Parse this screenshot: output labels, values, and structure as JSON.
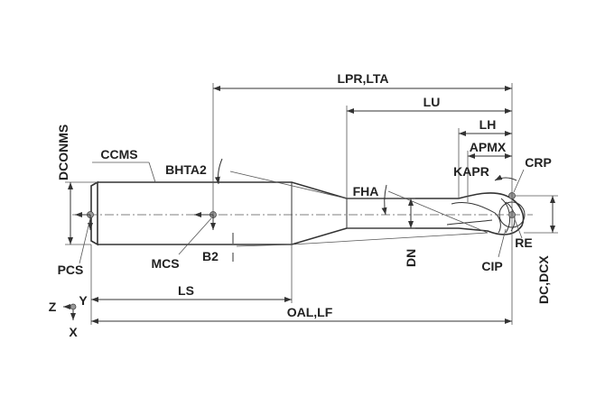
{
  "labels": {
    "lpr_lta": "LPR,LTA",
    "lu": "LU",
    "lh": "LH",
    "apmx": "APMX",
    "kapr": "KAPR",
    "crp": "CRP",
    "dconms": "DCONMS",
    "ccms": "CCMS",
    "bhta2": "BHTA2",
    "fha": "FHA",
    "dn": "DN",
    "b2": "B2",
    "mcs": "MCS",
    "pcs": "PCS",
    "ls": "LS",
    "oal_lf": "OAL,LF",
    "re": "RE",
    "cip": "CIP",
    "dc_dcx": "DC,DCX"
  },
  "axes": {
    "z": "Z",
    "y": "Y",
    "x": "X"
  }
}
